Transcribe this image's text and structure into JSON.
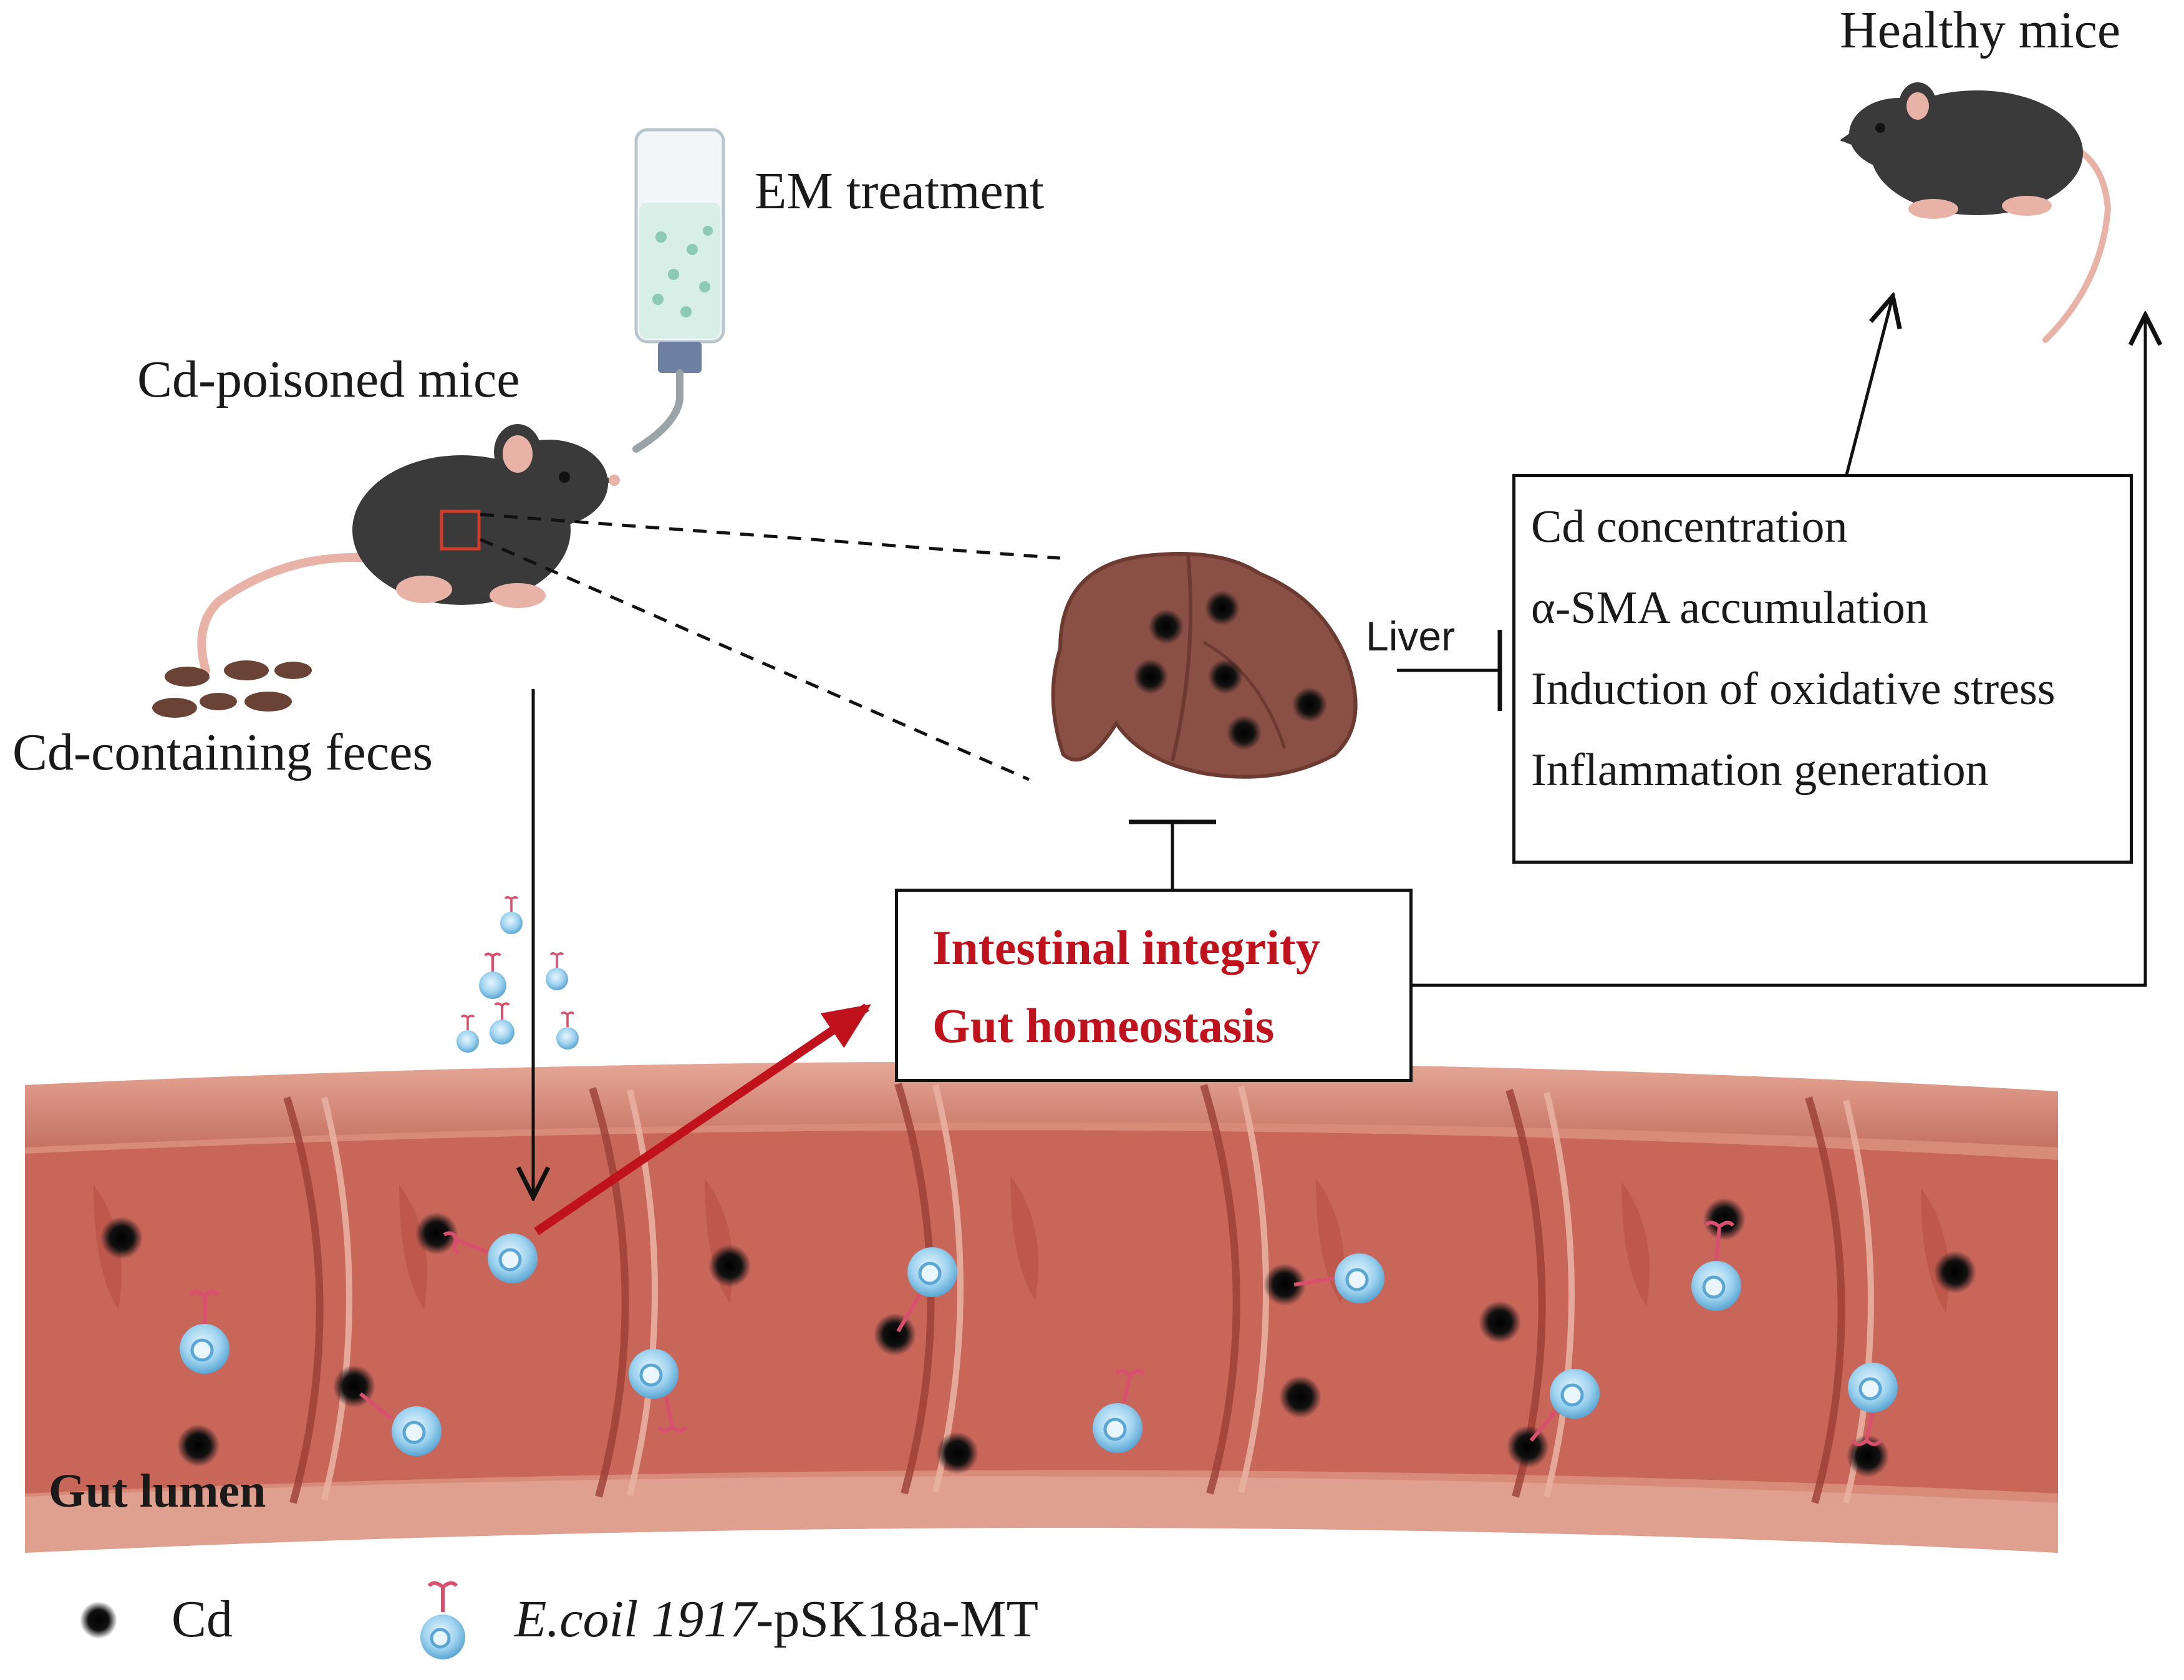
{
  "labels": {
    "healthy_mice": "Healthy mice",
    "em_treatment": "EM treatment",
    "cd_poisoned_mice": "Cd-poisoned mice",
    "cd_feces": "Cd-containing feces",
    "liver": "Liver",
    "gut_lumen": "Gut lumen"
  },
  "effects_box": {
    "items": [
      "Cd concentration",
      "α-SMA accumulation",
      "Induction of oxidative stress",
      "Inflammation generation"
    ]
  },
  "integrity_box": {
    "items": [
      "Intestinal integrity",
      "Gut homeostasis"
    ]
  },
  "legend": {
    "cd_label": "Cd",
    "strain_italic": "E.coil 1917",
    "strain_suffix": "-pSK18a-MT"
  },
  "colors": {
    "gut_dark": "#a8473c",
    "gut_mid": "#c9685b",
    "gut_light": "#e3a090",
    "liver": "#8a4f45",
    "mouse": "#3a3a3a",
    "red_text": "#c0121d",
    "bacterium": "#8fc8ea",
    "receptor": "#d9506e"
  }
}
